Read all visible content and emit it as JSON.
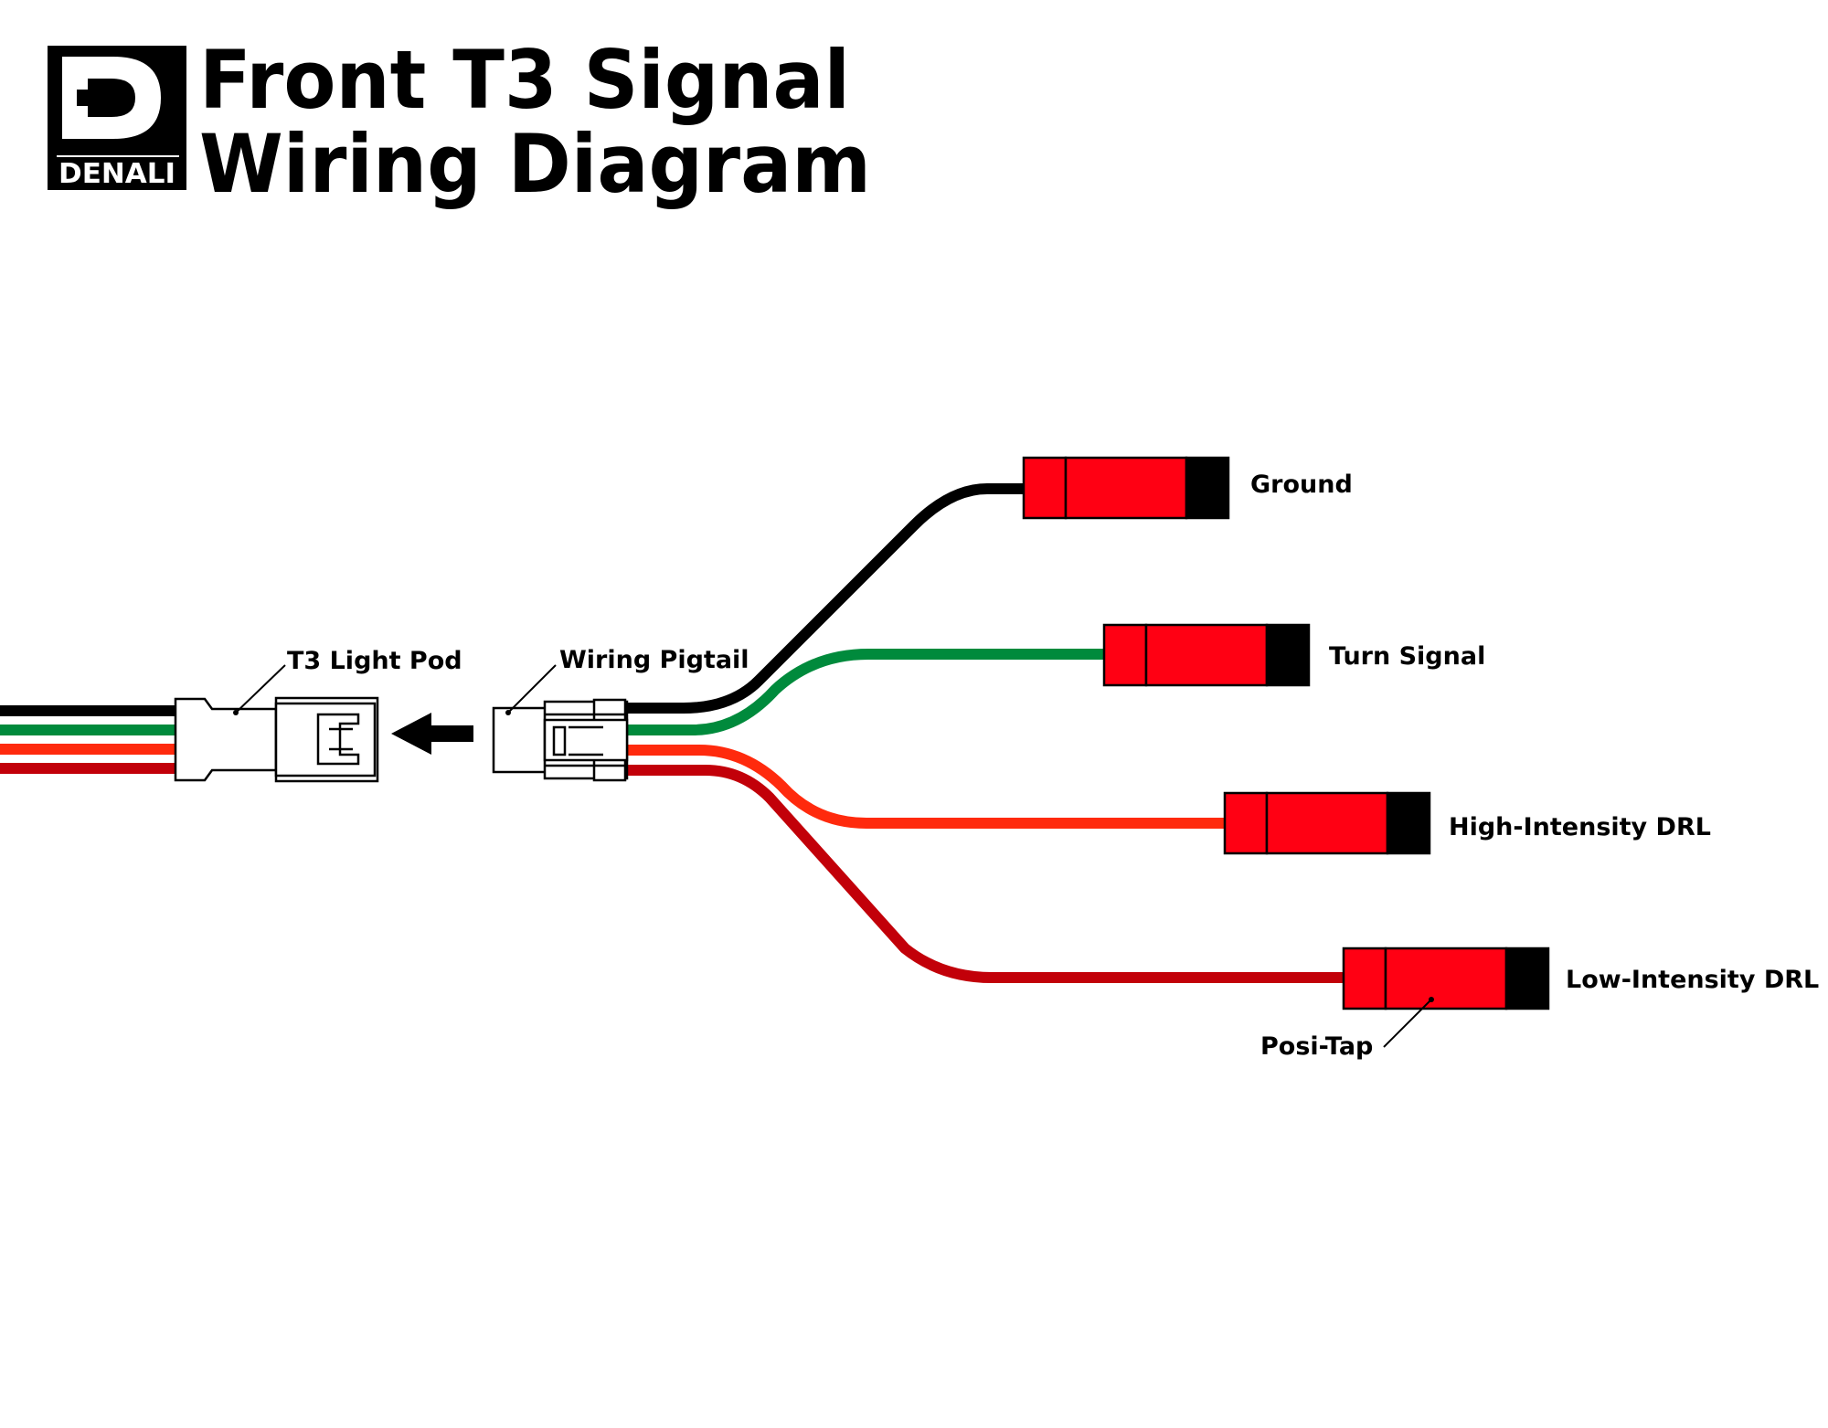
{
  "title": {
    "line1": "Front T3 Signal",
    "line2": "Wiring Diagram"
  },
  "logo": {
    "brand": "DENALI"
  },
  "colors": {
    "ground_wire": "#000000",
    "turn_signal_wire": "#008a3c",
    "high_drl_wire": "#ff2a0d",
    "low_drl_wire": "#c20009",
    "posi_tap_body": "#ff0013",
    "posi_tap_cap": "#000000"
  },
  "labels": {
    "light_pod": "T3 Light Pod",
    "pigtail": "Wiring Pigtail",
    "ground": "Ground",
    "turn_signal": "Turn Signal",
    "high_drl": "High-Intensity DRL",
    "low_drl": "Low-Intensity DRL",
    "posi_tap": "Posi-Tap"
  },
  "icons": {
    "logo": "denali-logo",
    "direction": "arrow-left-icon"
  }
}
